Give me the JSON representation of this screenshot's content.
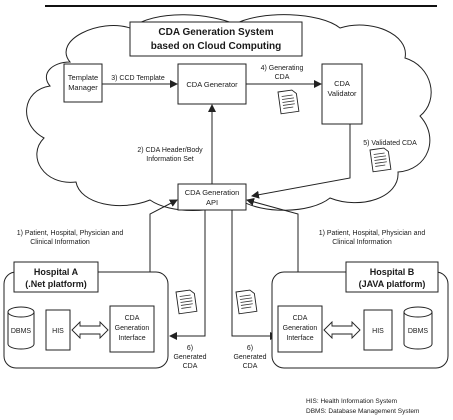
{
  "title": {
    "line1": "CDA Generation System",
    "line2": "based on Cloud Computing"
  },
  "cloud": {
    "template_manager": [
      "Template",
      "Manager"
    ],
    "cda_generator": "CDA Generator",
    "cda_validator": [
      "CDA",
      "Validator"
    ],
    "ccd_template_edge": "3) CCD Template",
    "generating_edge": [
      "4) Generating",
      "CDA"
    ],
    "validated_edge": "5) Validated CDA",
    "header_body_edge": [
      "2) CDA Header/Body",
      "Information Set"
    ],
    "api": [
      "CDA Generation",
      "API"
    ]
  },
  "left_edge_label": [
    "1) Patient, Hospital, Physician and",
    "Clinical Information"
  ],
  "right_edge_label": [
    "1) Patient, Hospital, Physician and",
    "Clinical Information"
  ],
  "hospital_a": {
    "title": [
      "Hospital A",
      "(.Net platform)"
    ],
    "dbms": "DBMS",
    "his": "HIS",
    "interface": [
      "CDA",
      "Generation",
      "Interface"
    ],
    "generated_edge": [
      "6)",
      "Generated",
      "CDA"
    ]
  },
  "hospital_b": {
    "title": [
      "Hospital B",
      "(JAVA platform)"
    ],
    "dbms": "DBMS",
    "his": "HIS",
    "interface": [
      "CDA",
      "Generation",
      "Interface"
    ],
    "generated_edge": [
      "6)",
      "Generated",
      "CDA"
    ]
  },
  "legend": [
    "HIS: Health Information System",
    "DBMS: Database Management System"
  ]
}
